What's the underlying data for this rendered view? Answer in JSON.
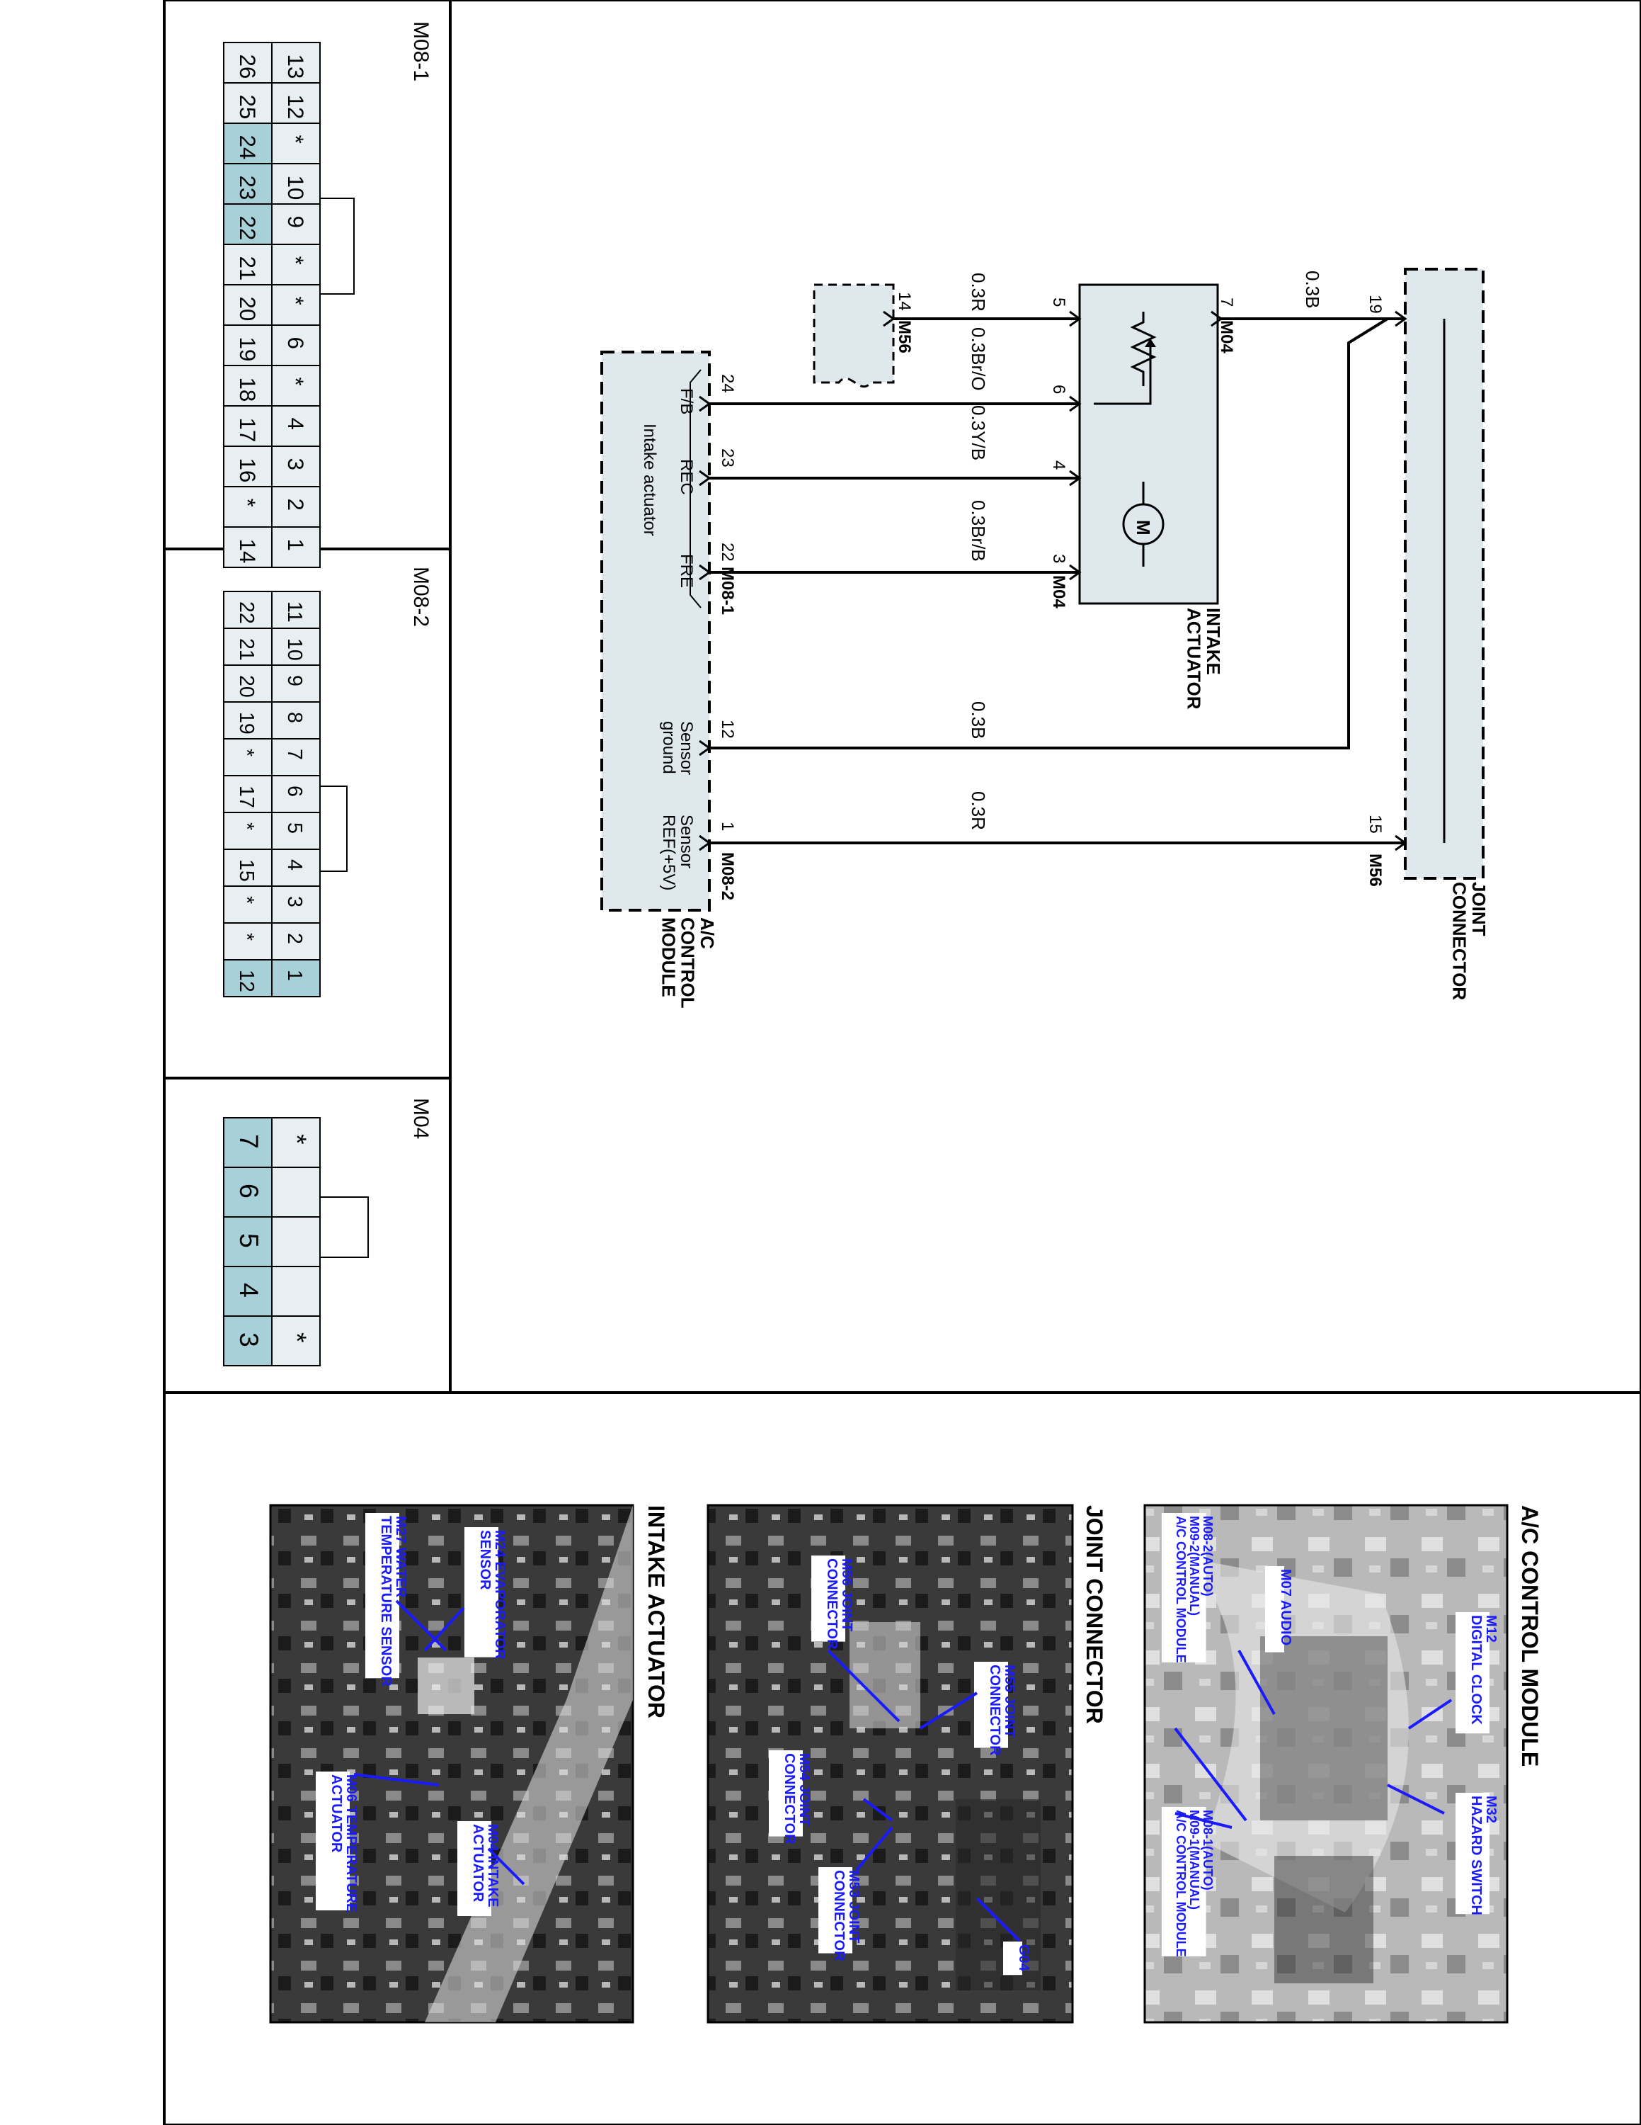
{
  "connectors": {
    "m08_1": {
      "title": "M08-1",
      "top_row": [
        "13",
        "12",
        "*",
        "10",
        "9",
        "*",
        "*",
        "6",
        "*",
        "4",
        "3",
        "2",
        "1"
      ],
      "bottom_row": [
        "26",
        "25",
        "24",
        "23",
        "22",
        "21",
        "20",
        "19",
        "18",
        "17",
        "16",
        "*",
        "14"
      ],
      "highlighted": [
        "24",
        "23",
        "22"
      ]
    },
    "m08_2": {
      "title": "M08-2",
      "top_row": [
        "11",
        "10",
        "9",
        "8",
        "7",
        "6",
        "5",
        "4",
        "3",
        "2",
        "1"
      ],
      "bottom_row": [
        "22",
        "21",
        "20",
        "19",
        "*",
        "17",
        "*",
        "15",
        "*",
        "*",
        "12"
      ],
      "highlighted": [
        "1",
        "12"
      ]
    },
    "m04": {
      "title": "M04",
      "top_row": [
        "*",
        "",
        "",
        "",
        "*"
      ],
      "bottom_row": [
        "7",
        "6",
        "5",
        "4",
        "3"
      ]
    }
  },
  "schematic": {
    "joint_connector_label": "JOINT\nCONNECTOR",
    "intake_actuator_label": "INTAKE\nACTUATOR",
    "ac_module_label": "A/C\nCONTROL\nMODULE",
    "intake_actuator_inner": "Intake actuator",
    "motor_symbol": "M",
    "connector_m04": "M04",
    "connector_m56": "M56",
    "connector_m08_1": "M08-1",
    "connector_m08_2": "M08-2",
    "wires": [
      {
        "wire": "0.3B",
        "from_pin": "7",
        "to_pin": "19"
      },
      {
        "wire": "0.3R",
        "from_pin": "5",
        "to_pin": "14"
      },
      {
        "wire": "0.3Br/O",
        "from_pin": "6",
        "to_pin": "24"
      },
      {
        "wire": "0.3Y/B",
        "from_pin": "4",
        "to_pin": "23"
      },
      {
        "wire": "0.3Br/B",
        "from_pin": "3",
        "to_pin": "22"
      },
      {
        "wire": "0.3B",
        "from_pin": "",
        "to_pin": "12"
      },
      {
        "wire": "0.3R",
        "from_pin": "15",
        "to_pin": "1"
      }
    ],
    "module_pins": {
      "fb": "F/B",
      "rec": "REC",
      "fre": "FRE",
      "sensor_ground": "Sensor\nground",
      "sensor_ref": "Sensor\nREF(+5V)"
    }
  },
  "photos": {
    "ac_control_module": {
      "title": "A/C CONTROL MODULE",
      "labels": [
        "M12\nDIGITAL CLOCK",
        "M32\nHAZARD SWITCH",
        "M07 AUDIO",
        "M08-2(AUTO)\nM09-2(MANUAL)\nA/C CONTROL MODULE",
        "M08-1(AUTO)\nM09-1(MANUAL)\nA/C CONTROL MODULE"
      ]
    },
    "joint_connector": {
      "title": "JOINT CONNECTOR",
      "labels": [
        "M56 JOINT\nCONNECTOR",
        "M55 JOINT\nCONNECTOR",
        "M54 JOINT\nCONNECTOR",
        "M53 JOINT\nCONNECTOR",
        "G04"
      ]
    },
    "intake_actuator": {
      "title": "INTAKE ACTUATOR",
      "labels": [
        "M24 EVAPORATOR\nSENSOR",
        "M27 WATER\nTEMPERATURE SENSOR",
        "M06 TEMPERATURE\nACTUATOR",
        "M04 INTAKE\nACTUATOR"
      ]
    }
  },
  "colors": {
    "connector_fill": "#e8eff2",
    "highlight_fill": "#a8d0d8",
    "module_fill": "#dfe9ed",
    "label_blue": "#1a1aff"
  }
}
